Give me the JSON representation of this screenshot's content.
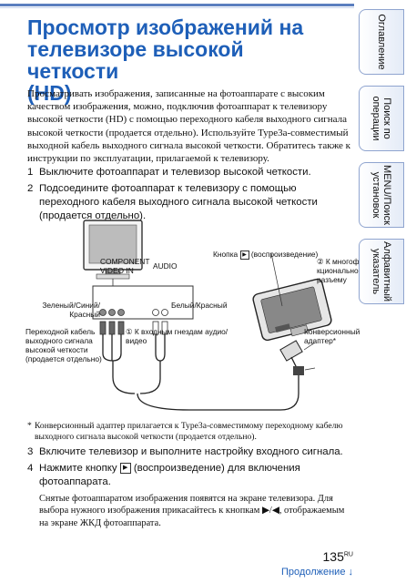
{
  "title_lines": [
    "Просмотр изображений на",
    "телевизоре высокой четкости",
    "(HD)"
  ],
  "intro": "Просматривать изображения, записанные на фотоаппарате с высоким качеством изображения, можно, подключив фотоаппарат к телевизору высокой четкости (HD) с помощью переходного кабеля выходного сигнала высокой четкости (продается отдельно). Используйте Type3a-совместимый выходной кабель выходного сигнала высокой четкости. Обратитесь также к инструкции по эксплуатации, прилагаемой к телевизору.",
  "steps": [
    {
      "num": "1",
      "text": "Выключите фотоаппарат и телевизор высокой четкости."
    },
    {
      "num": "2",
      "text": "Подсоедините фотоаппарат к телевизору с помощью переходного кабеля выходного сигнала высокой четкости (продается отдельно)."
    },
    {
      "num": "3",
      "text": "Включите телевизор и выполните настройку входного сигнала."
    },
    {
      "num": "4",
      "text_before": "Нажмите кнопку ",
      "text_after": " (воспроизведение) для включения фотоаппарата."
    }
  ],
  "diagram": {
    "component_label_1": "COMPONENT",
    "component_label_2": "VIDEO IN",
    "audio_label": "AUDIO",
    "playback_before": "Кнопка ",
    "playback_after": " (воспроизведение)",
    "multi_connector": [
      "② К многофун-",
      "кциональному",
      "разъему"
    ],
    "green_blue_red": [
      "Зеленый/Синий/",
      "Красный"
    ],
    "white_red": "Белый/Красный",
    "cable_label": [
      "Переходной кабель",
      "выходного сигнала",
      "высокой четкости",
      "(продается отдельно)"
    ],
    "audio_video_inputs": [
      "① К входным гнездам аудио/",
      "видео"
    ],
    "conversion_adapter": [
      "Конверсионный",
      "адаптер*"
    ]
  },
  "footnote_mark": "*",
  "footnote": "Конверсионный адаптер прилагается к Type3a-совместимому переходному кабелю выходного сигнала высокой четкости (продается отдельно).",
  "step4_note": "Снятые фотоаппаратом изображения появятся на экране телевизора. Для выбора нужного изображения прикасайтесь к кнопкам ▶/◀, отображаемым на экране ЖКД фотоаппарата.",
  "sidebar_tabs": [
    "Оглавление",
    "Поиск по операции",
    "MENU/Поиск установок",
    "Алфавитный указатель"
  ],
  "page_number": "135",
  "page_suffix": "RU",
  "continued": "Продолжение ↓",
  "play_icon": "play-icon"
}
